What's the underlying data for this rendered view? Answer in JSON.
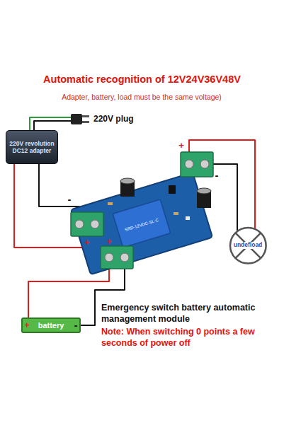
{
  "diagram": {
    "title": "Automatic recognition of 12V24V36V48V",
    "nodes": [
      {
        "text": [
          "220V revolution DC12 adapter"
        ]
      },
      {
        "text": [
          "undefload"
        ]
      },
      {
        "text": [
          "battery"
        ]
      }
    ],
    "labels": [
      "Adapter, battery, load must be the same voltage)",
      "220V plug",
      "-",
      "+",
      "+",
      "+",
      "-",
      "SRD-12VDC-SL-C",
      "+",
      "-",
      "Emergency switch battery automatic management module",
      "Note: When switching 0 points a few seconds of power off"
    ]
  }
}
